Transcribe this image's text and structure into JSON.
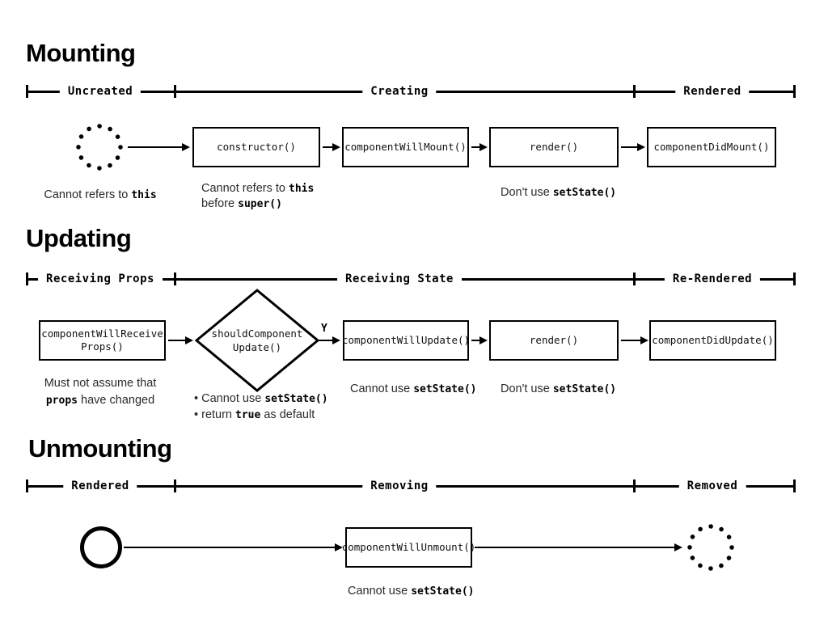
{
  "sections": {
    "mounting": {
      "title": "Mounting",
      "phases": [
        "Uncreated",
        "Creating",
        "Rendered"
      ],
      "boxes": [
        "constructor()",
        "componentWillMount()",
        "render()",
        "componentDidMount()"
      ],
      "notes": {
        "uncreated": {
          "pre": "Cannot refers to ",
          "code": "this"
        },
        "constructor_line1": {
          "pre": "Cannot refers to ",
          "code": "this"
        },
        "constructor_line2": {
          "pre": "before ",
          "code": "super()"
        },
        "render": {
          "pre": "Don't use ",
          "code": "setState()"
        }
      }
    },
    "updating": {
      "title": "Updating",
      "phases": [
        "Receiving Props",
        "Receiving State",
        "Re-Rendered"
      ],
      "boxes": [
        "componentWillReceive\nProps()",
        "componentWillUpdate()",
        "render()",
        "componentDidUpdate()"
      ],
      "decision": "shouldComponent\nUpdate()",
      "decision_yes_label": "Y",
      "bullet_glyph": "•",
      "notes": {
        "receive_line1": "Must not assume that",
        "receive_line2": {
          "code": "props",
          "post": " have changed"
        },
        "decision_bullet1": {
          "pre": "Cannot use ",
          "code": "setState()"
        },
        "decision_bullet2": {
          "pre": "return ",
          "code": "true",
          "post": " as default"
        },
        "willupdate": {
          "pre": "Cannot use ",
          "code": "setState()"
        },
        "render": {
          "pre": "Don't use ",
          "code": "setState()"
        }
      }
    },
    "unmounting": {
      "title": "Unmounting",
      "phases": [
        "Rendered",
        "Removing",
        "Removed"
      ],
      "boxes": [
        "componentWillUnmount()"
      ],
      "notes": {
        "willunmount": {
          "pre": "Cannot use ",
          "code": "setState()"
        }
      }
    }
  }
}
